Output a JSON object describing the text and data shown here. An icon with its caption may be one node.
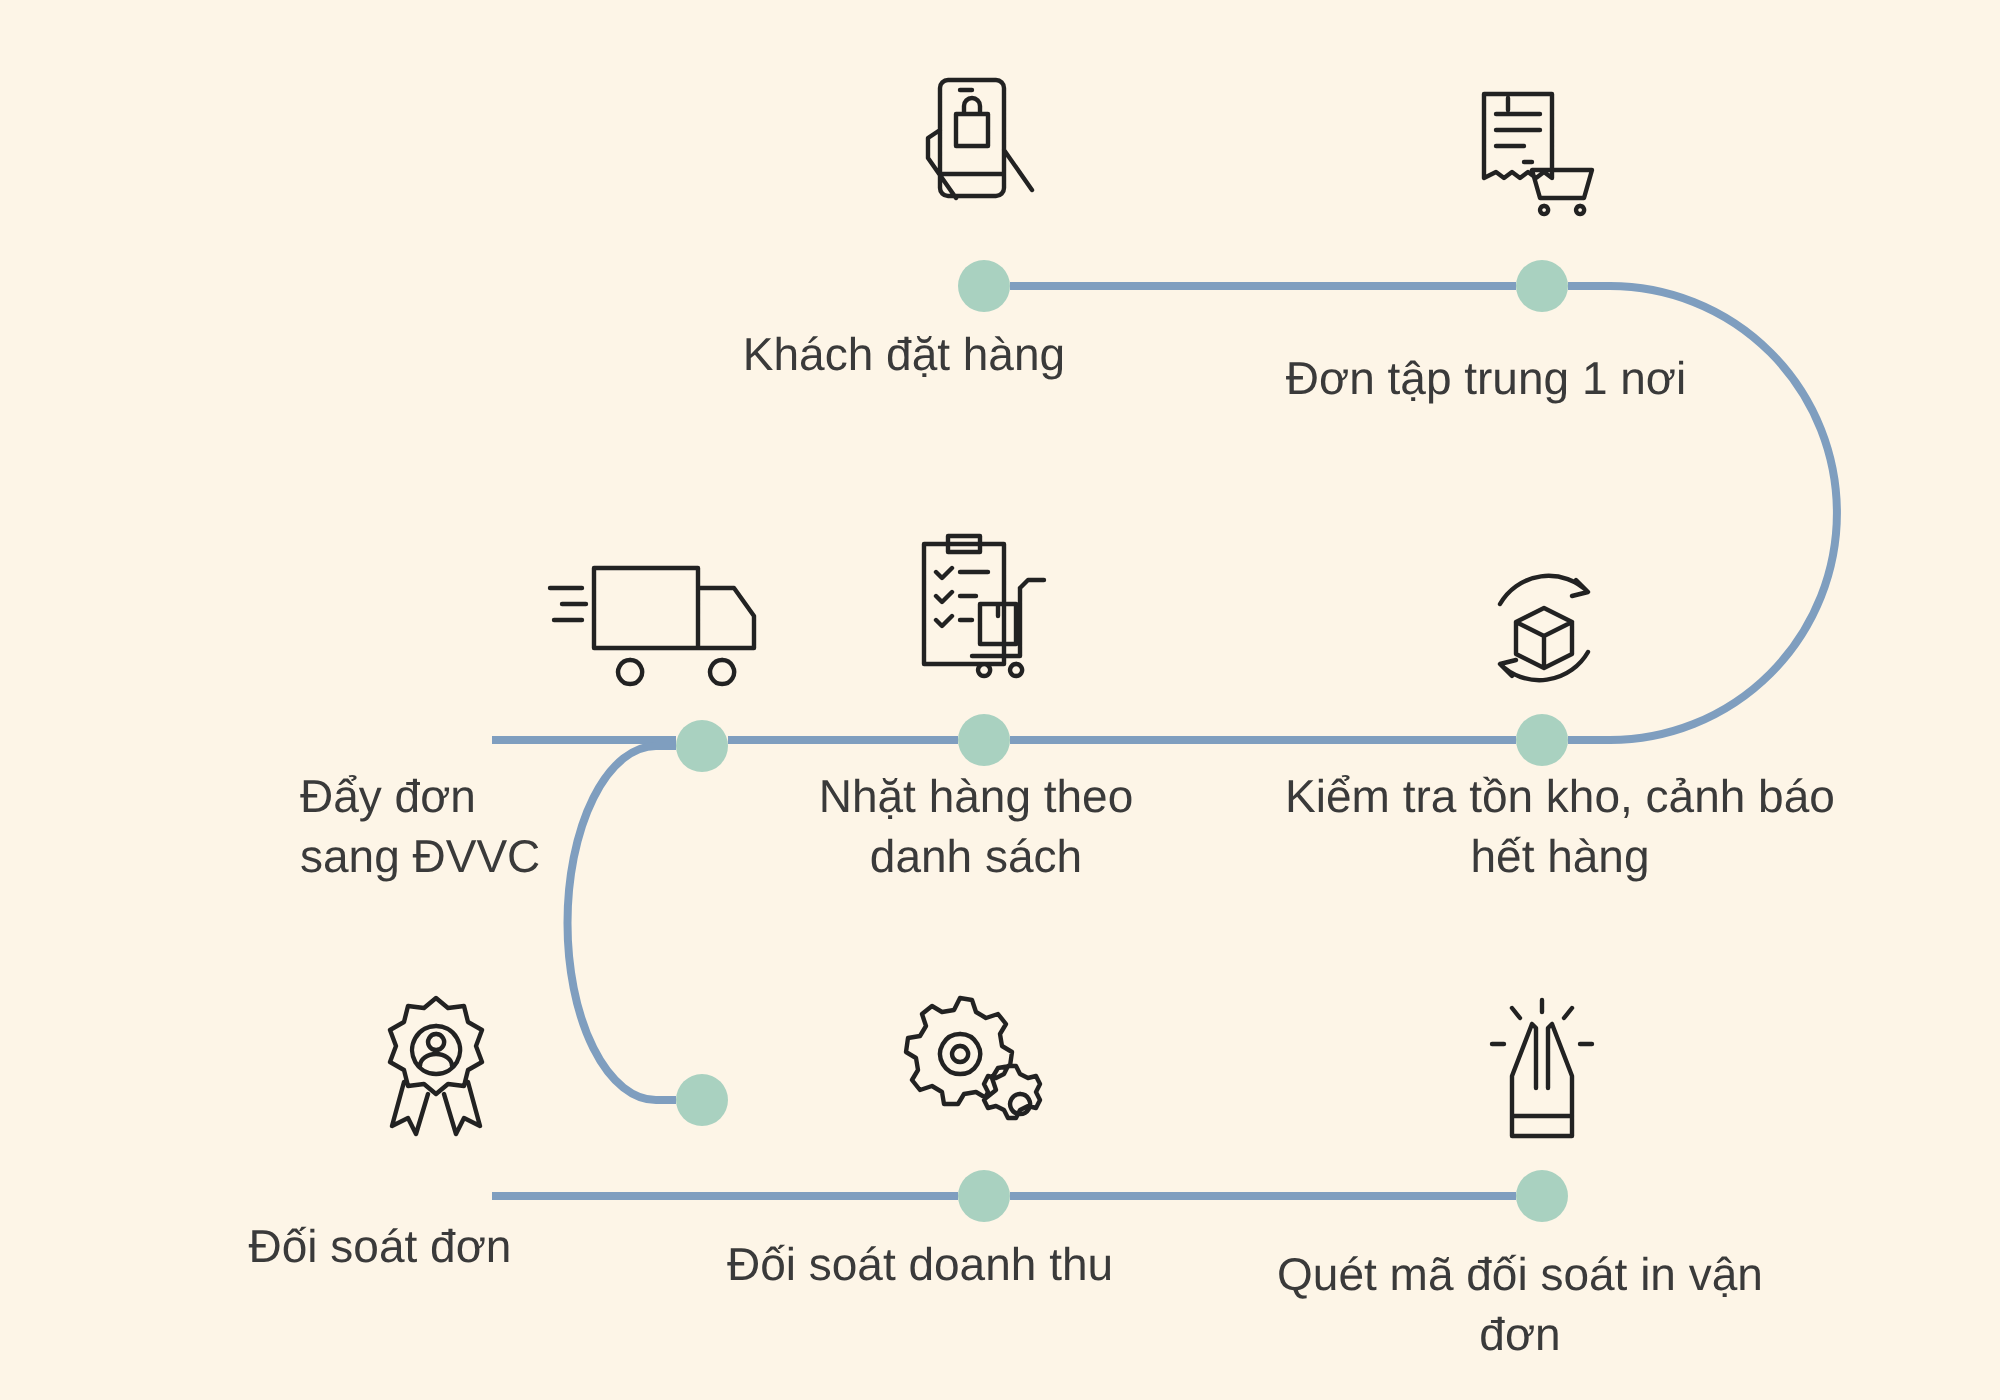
{
  "diagram": {
    "nodes": [
      {
        "text": [],
        "shape": "circle",
        "beside": [
          "Khách đặt hàng"
        ]
      },
      {
        "text": [],
        "shape": "circle",
        "beside": [
          "Đơn tập trung 1 nơi"
        ]
      },
      {
        "text": [],
        "shape": "circle",
        "beside": [
          "Kiểm tra tồn kho, cảnh báo hết hàng"
        ]
      },
      {
        "text": [],
        "shape": "circle",
        "beside": [
          "Nhặt hàng theo danh sách"
        ]
      },
      {
        "text": [],
        "shape": "circle",
        "beside": [
          "Đẩy đơn sang ĐVVC"
        ]
      },
      {
        "text": [],
        "shape": "circle"
      },
      {
        "text": [],
        "shape": "circle",
        "beside": [
          "Đối soát doanh thu"
        ]
      },
      {
        "text": [],
        "shape": "circle",
        "beside": [
          "Quét mã đối soát in vận đơn"
        ]
      }
    ],
    "edges": [
      {
        "from": 0,
        "to": 1,
        "arrow": "none"
      },
      {
        "from": 1,
        "to": 2,
        "arrow": "none"
      },
      {
        "from": 2,
        "to": 3,
        "arrow": "none"
      },
      {
        "from": 3,
        "to": 4,
        "arrow": "none"
      },
      {
        "from": 4,
        "to": null,
        "arrow": "none"
      },
      {
        "from": 4,
        "to": 5,
        "arrow": "none"
      },
      {
        "from": null,
        "to": 6,
        "arrow": "none"
      },
      {
        "from": 6,
        "to": 7,
        "arrow": "none"
      }
    ],
    "labels": [
      "Đối soát đơn"
    ]
  }
}
